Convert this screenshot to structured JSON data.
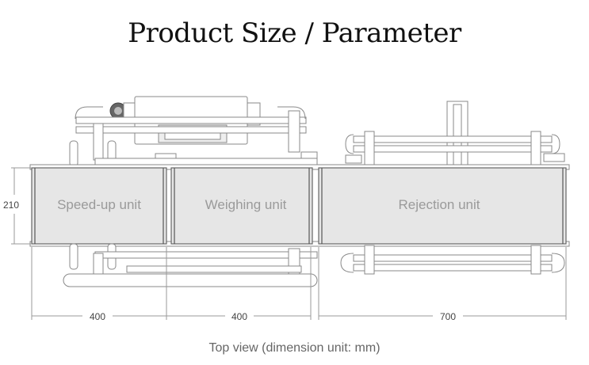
{
  "title": "Product Size / Parameter",
  "caption": "Top view (dimension unit: mm)",
  "units": [
    {
      "label": "Speed-up unit"
    },
    {
      "label": "Weighing unit"
    },
    {
      "label": "Rejection unit"
    }
  ],
  "dimensions": {
    "width": "210",
    "lengths": [
      "400",
      "400",
      "700"
    ]
  }
}
